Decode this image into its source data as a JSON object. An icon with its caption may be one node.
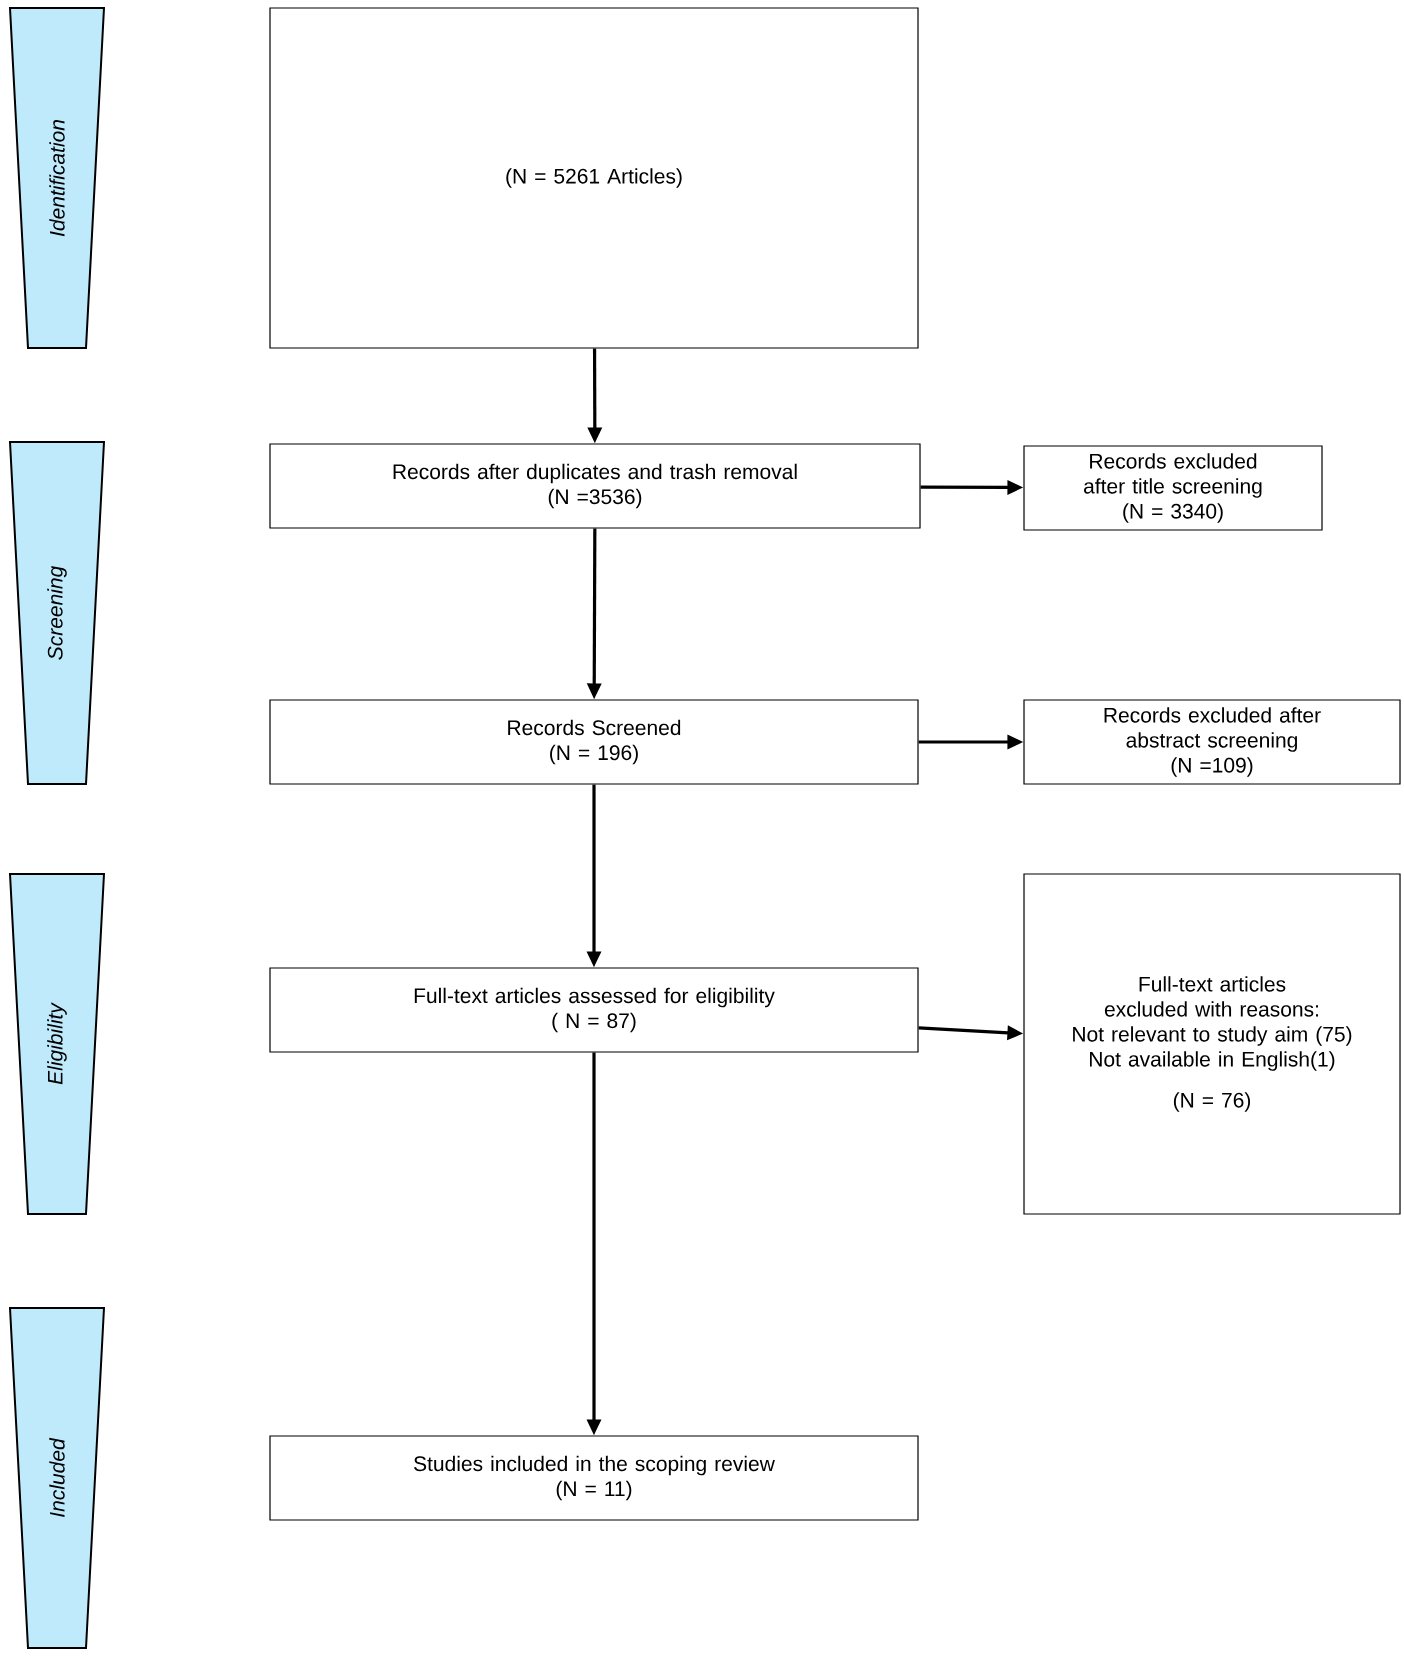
{
  "diagram": {
    "nodes": [
      {
        "text": [
          "Identification"
        ]
      },
      {
        "text": [
          "(N = 5261 Articles)"
        ]
      },
      {
        "text": [
          "Screening"
        ]
      },
      {
        "text": [
          "Records after duplicates and trash removal",
          "(N =3536)"
        ]
      },
      {
        "text": [
          "Records excluded after title screening",
          "(N = 3340)"
        ]
      },
      {
        "text": [
          "Records Screened",
          "(N = 196)"
        ]
      },
      {
        "text": [
          "Records excluded after abstract screening",
          "(N =109)"
        ]
      },
      {
        "text": [
          "Eligibility"
        ]
      },
      {
        "text": [
          "Full-text articles assessed for eligibility",
          "( N = 87)"
        ]
      },
      {
        "text": [
          "Full-text articles excluded with reasons:",
          "Not relevant to study aim (75)",
          "Not available in English(1)",
          "(N = 76)"
        ]
      },
      {
        "text": [
          "Included"
        ]
      },
      {
        "text": [
          "Studies included in the scoping review",
          "(N = 11)"
        ]
      }
    ],
    "edges": [
      {
        "from": 1,
        "to": 3,
        "arrow": "to"
      },
      {
        "from": 3,
        "to": 4,
        "arrow": "to"
      },
      {
        "from": 3,
        "to": 5,
        "arrow": "to"
      },
      {
        "from": 5,
        "to": 6,
        "arrow": "to"
      },
      {
        "from": 5,
        "to": 8,
        "arrow": "to"
      },
      {
        "from": 8,
        "to": 9,
        "arrow": "to"
      },
      {
        "from": 8,
        "to": 11,
        "arrow": "to"
      }
    ]
  }
}
